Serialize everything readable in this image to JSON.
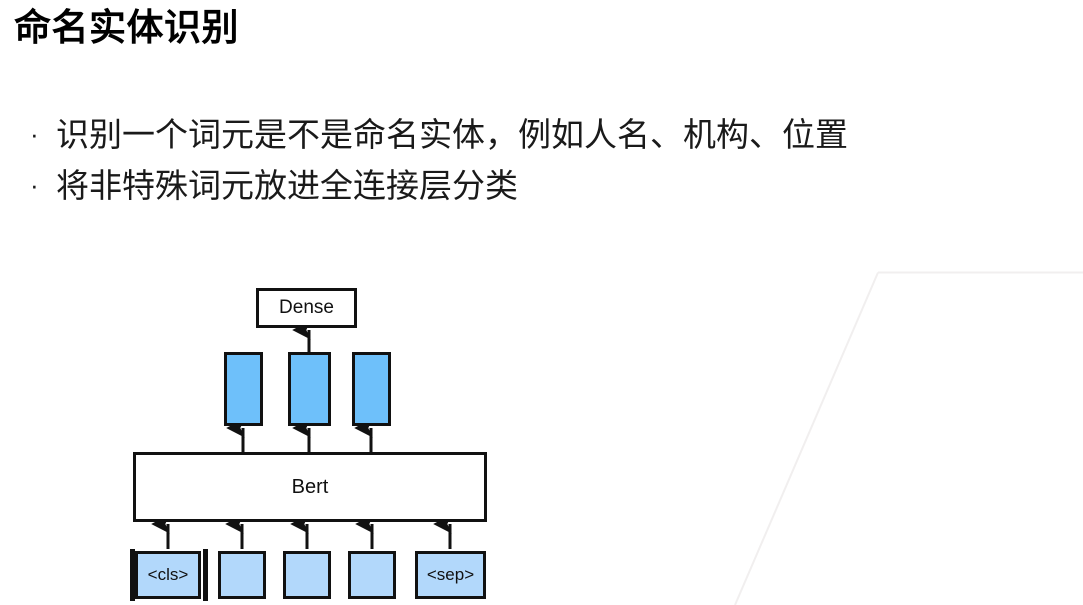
{
  "slide": {
    "title": "命名实体识别",
    "bullet_marker": "·",
    "bullets": [
      "识别一个词元是不是命名实体，例如人名、机构、位置",
      "将非特殊词元放进全连接层分类"
    ]
  },
  "diagram": {
    "name": "bert-ner-architecture",
    "dense_label": "Dense",
    "encoder_label": "Bert",
    "hidden_states": [
      "",
      "",
      ""
    ],
    "tokens": [
      {
        "label": "<cls>",
        "selected": true
      },
      {
        "label": "",
        "selected": false
      },
      {
        "label": "",
        "selected": false
      },
      {
        "label": "",
        "selected": false
      },
      {
        "label": "<sep>",
        "selected": false
      }
    ]
  },
  "colors": {
    "hidden_state_blue": "#6ec0fa",
    "token_blue": "#b2d8fb",
    "outline": "#111111",
    "decor_line": "#f0eeee",
    "text": "#111111",
    "background": "#ffffff"
  }
}
